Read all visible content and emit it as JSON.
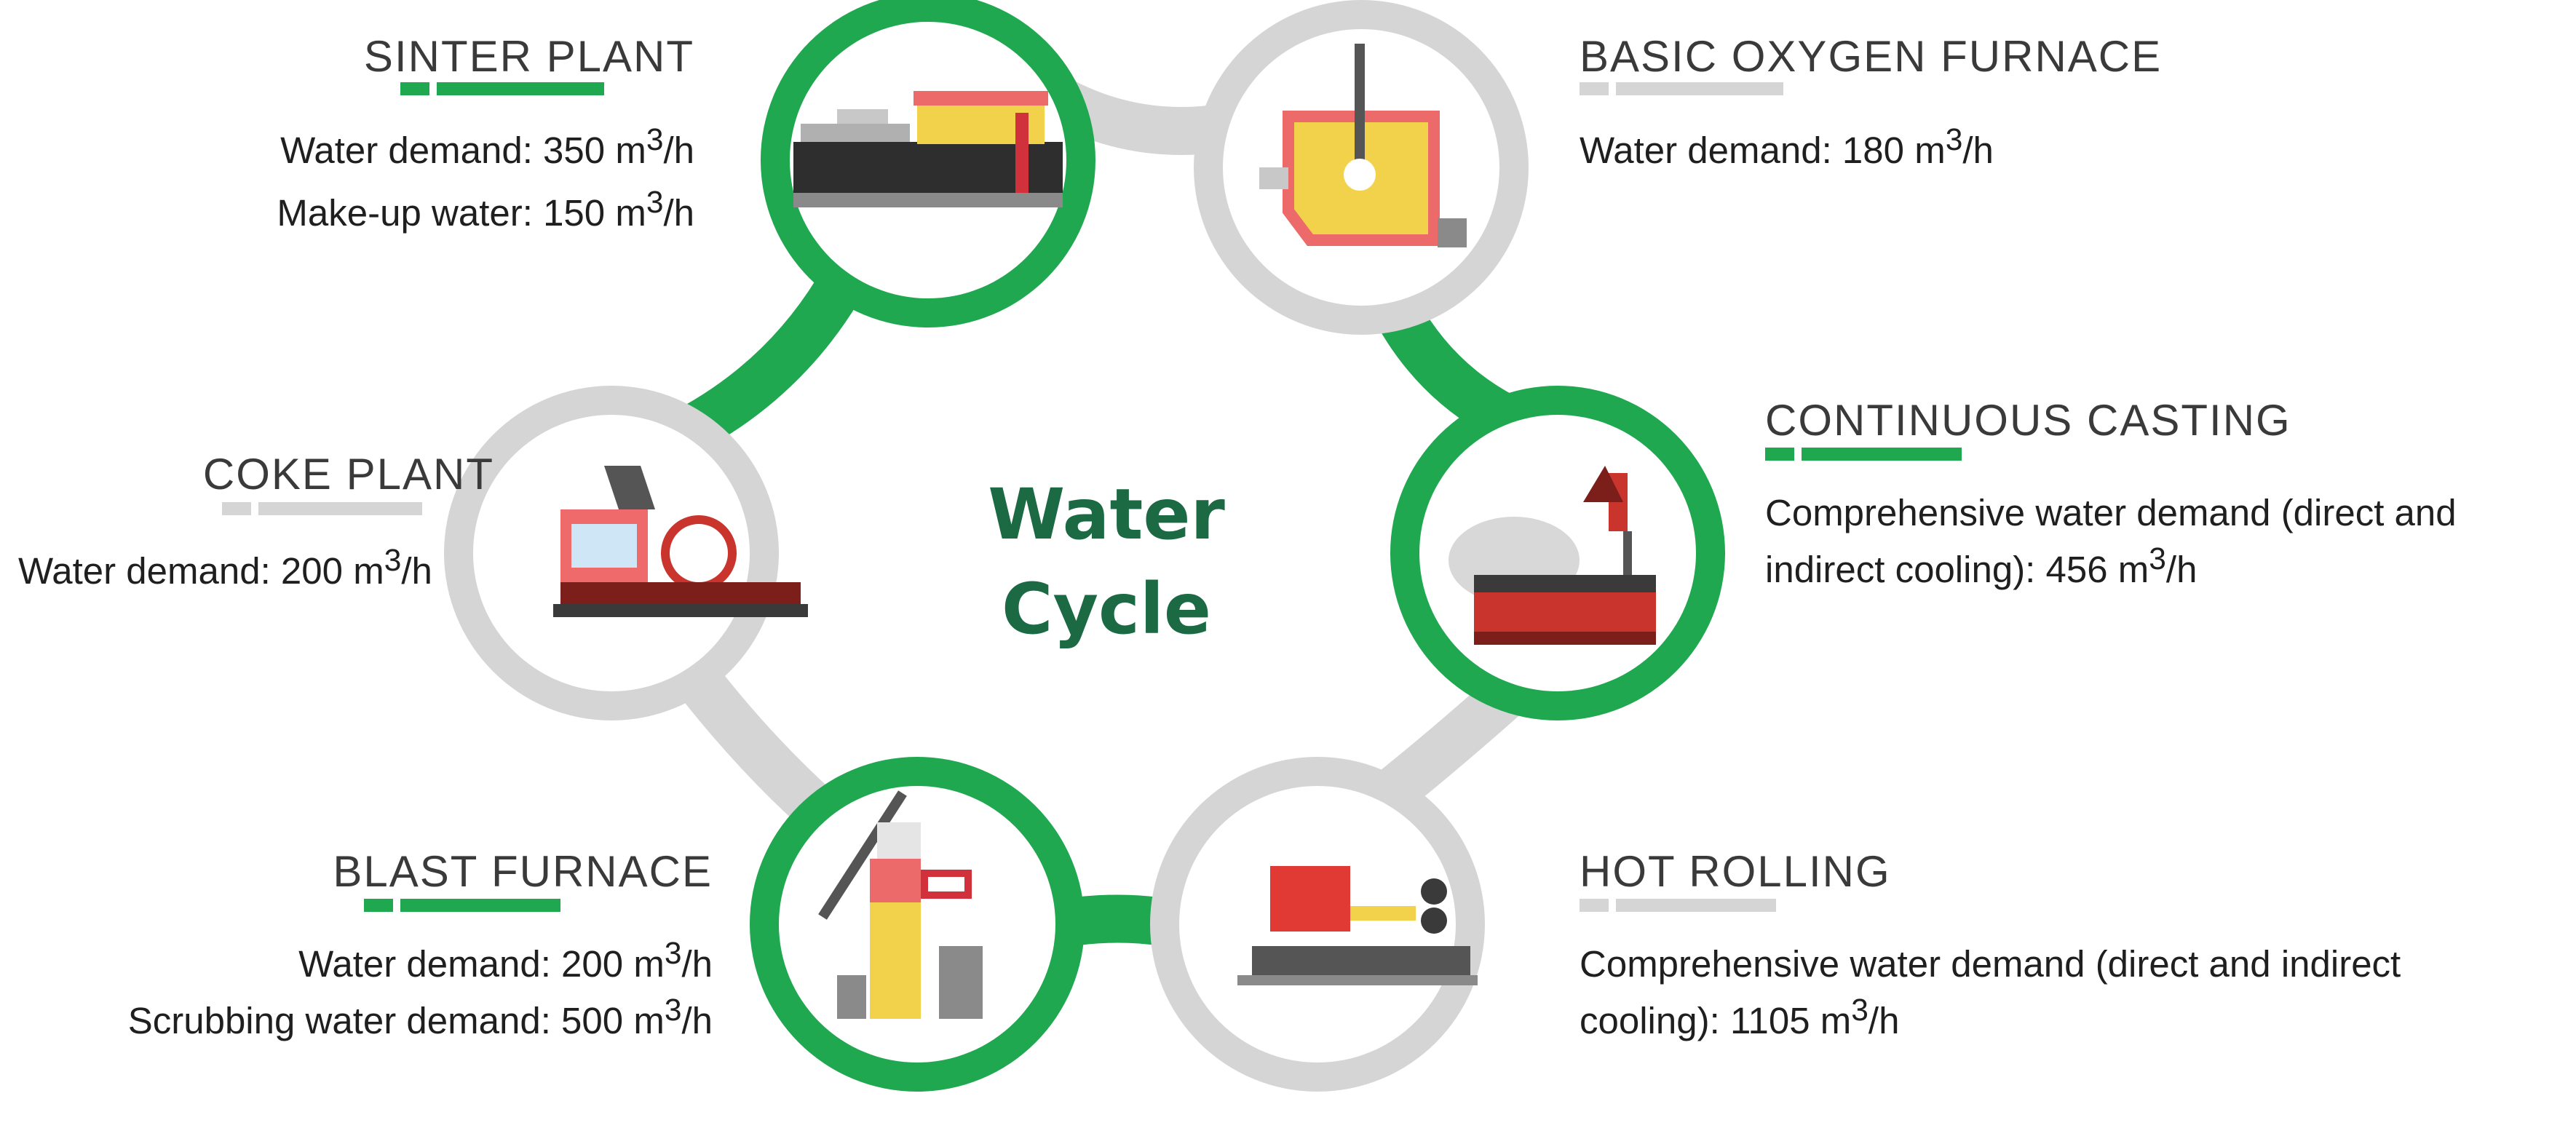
{
  "center": {
    "line1": "Water",
    "line2": "Cycle"
  },
  "stages": [
    {
      "id": "sinter",
      "title": "SINTER PLANT",
      "lines": [
        {
          "pre": "Water demand: 350 m",
          "sup": "3",
          "post": "/h"
        },
        {
          "pre": "Make-up water: 150 m",
          "sup": "3",
          "post": "/h"
        }
      ]
    },
    {
      "id": "bof",
      "title": "BASIC OXYGEN FURNACE",
      "lines": [
        {
          "pre": "Water demand: 180 m",
          "sup": "3",
          "post": "/h"
        }
      ]
    },
    {
      "id": "casting",
      "title": "CONTINUOUS CASTING",
      "lines": [
        {
          "pre": "Comprehensive water demand (direct and",
          "sup": "",
          "post": ""
        },
        {
          "pre": "indirect cooling): 456 m",
          "sup": "3",
          "post": "/h"
        }
      ]
    },
    {
      "id": "coke",
      "title": "COKE PLANT",
      "lines": [
        {
          "pre": "Water demand: 200 m",
          "sup": "3",
          "post": "/h"
        }
      ]
    },
    {
      "id": "blast",
      "title": "BLAST FURNACE",
      "lines": [
        {
          "pre": "Water demand: 200 m",
          "sup": "3",
          "post": "/h"
        },
        {
          "pre": "Scrubbing water demand: 500 m",
          "sup": "3",
          "post": "/h"
        }
      ]
    },
    {
      "id": "rolling",
      "title": "HOT ROLLING",
      "lines": [
        {
          "pre": "Comprehensive water demand (direct and indirect",
          "sup": "",
          "post": ""
        },
        {
          "pre": "cooling): 1105 m",
          "sup": "3",
          "post": "/h"
        }
      ]
    }
  ],
  "colors": {
    "green": "#1fa84f",
    "gray": "#d5d5d5",
    "title_green": "#1b6a43"
  }
}
